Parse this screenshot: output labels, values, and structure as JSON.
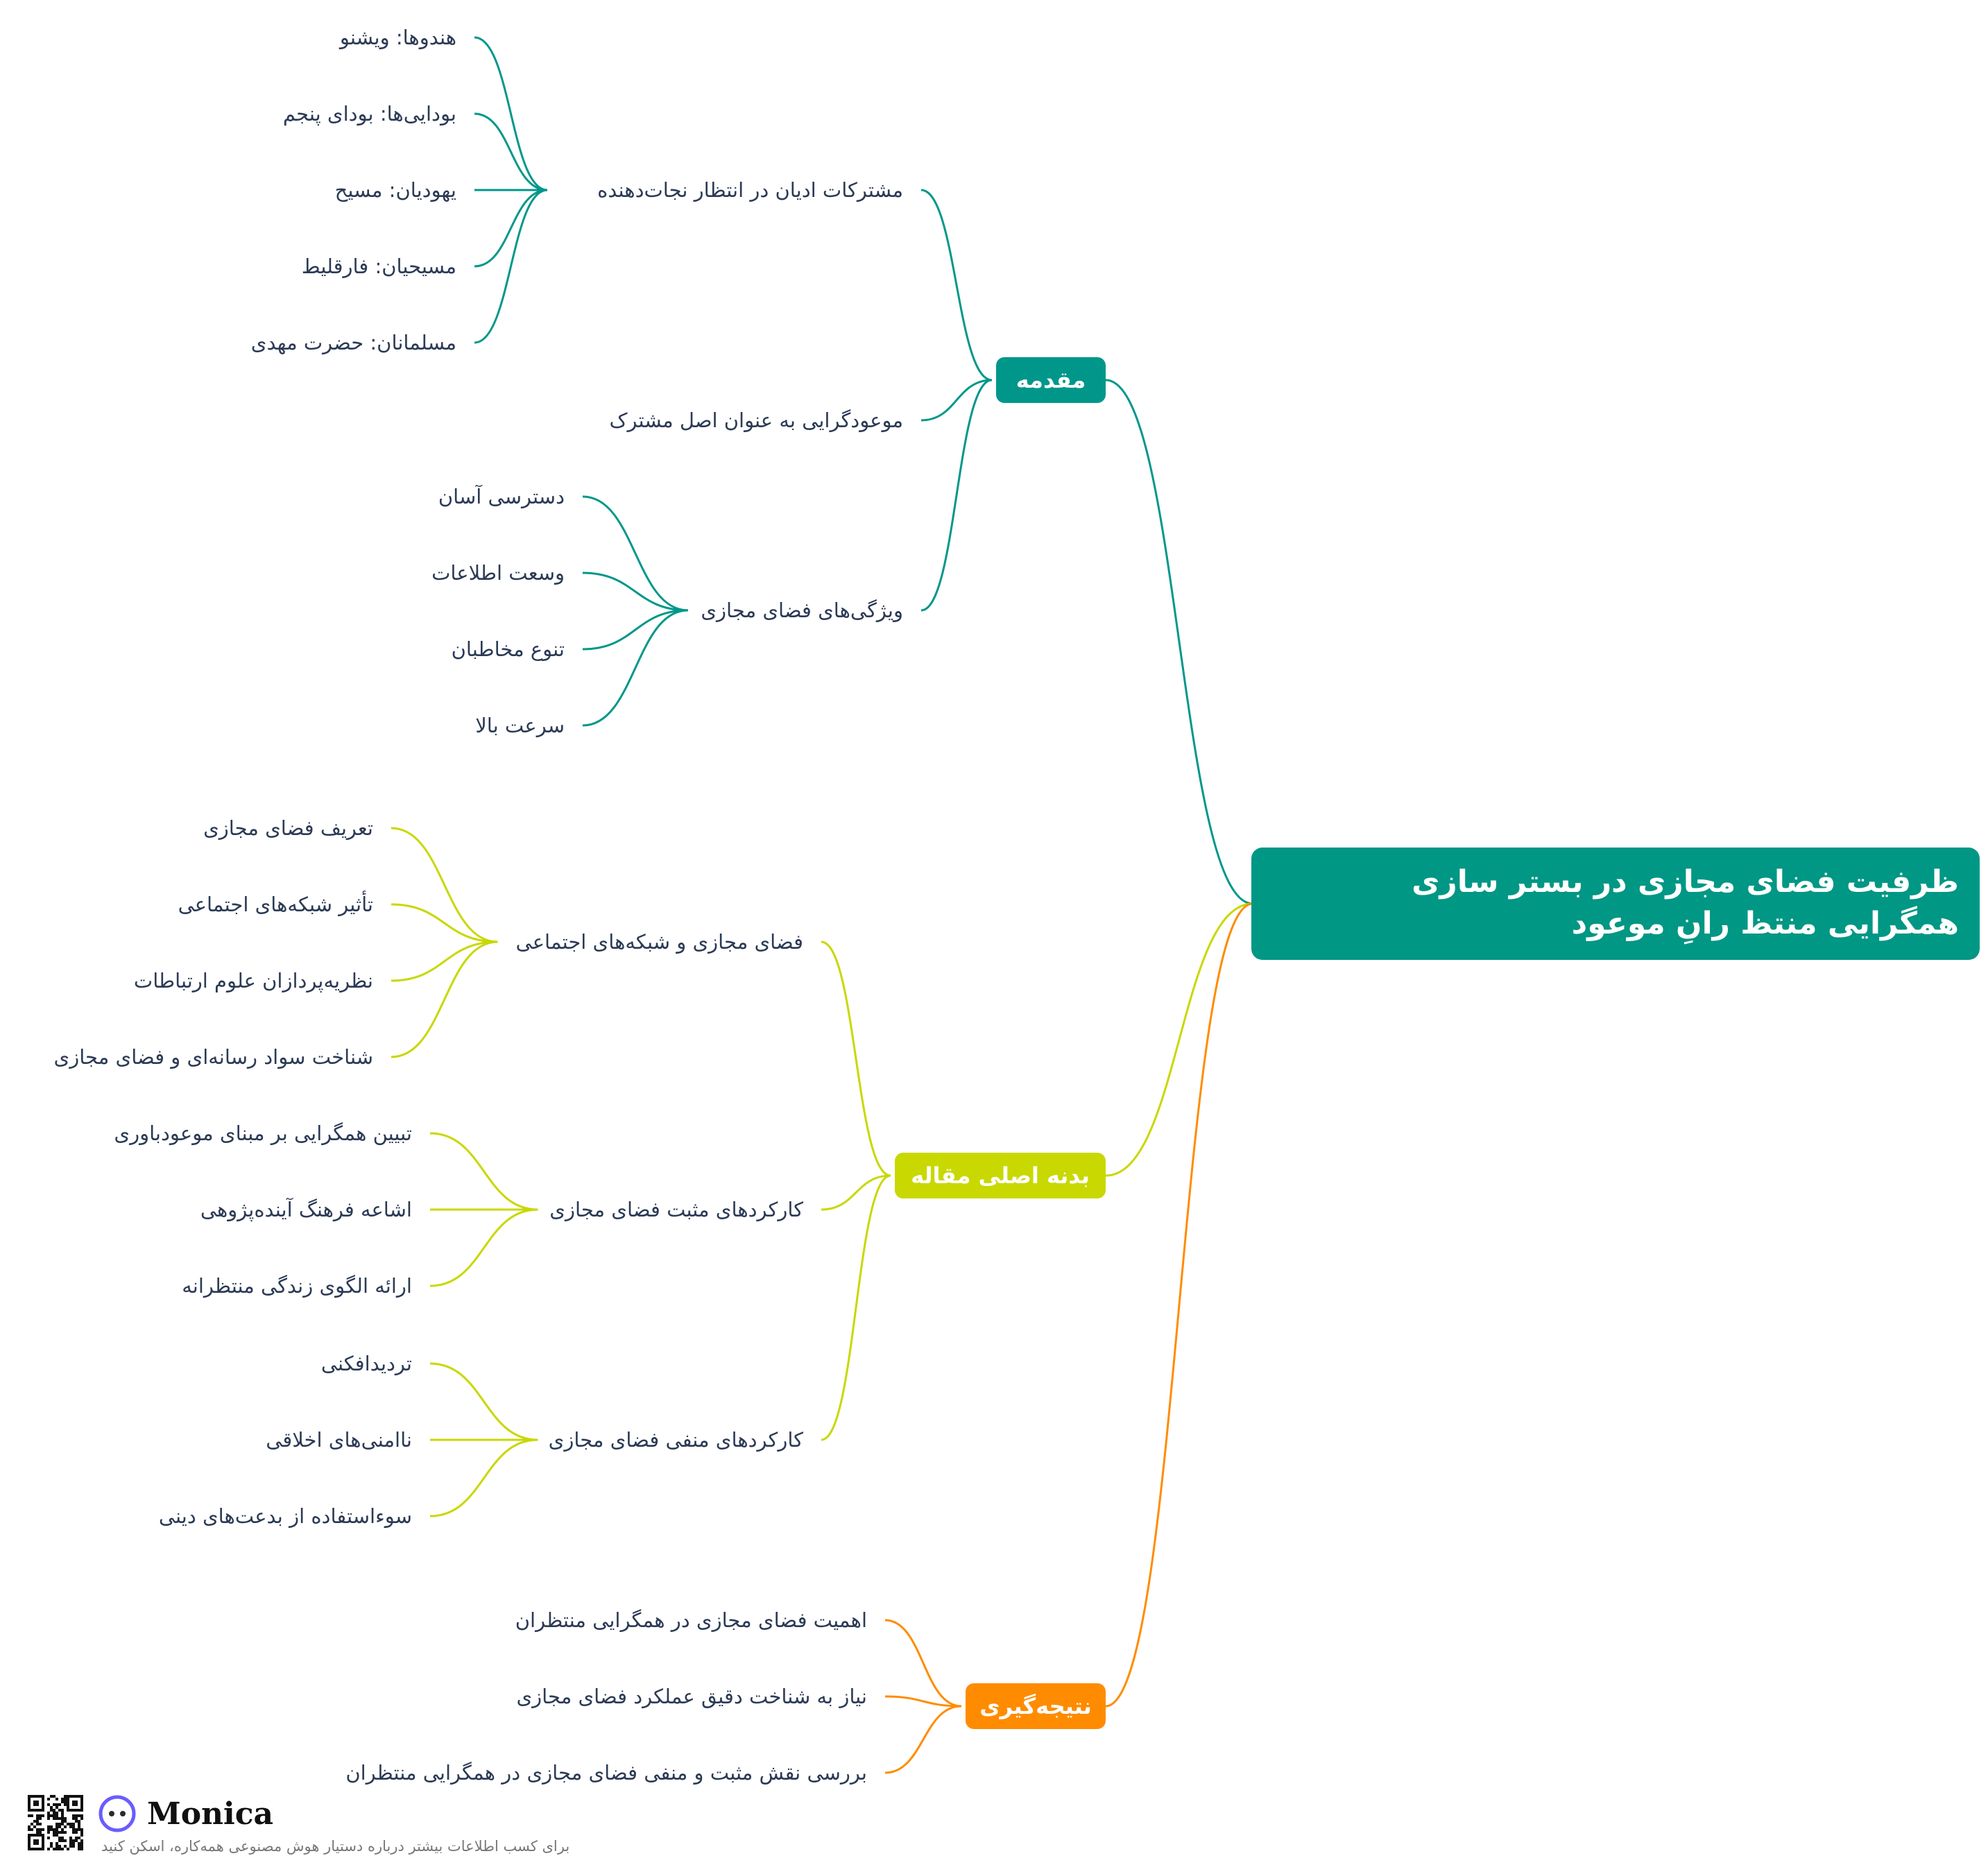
{
  "root": {
    "title": "ظرفیت فضای مجازی در بستر سازی همگرایی منتظ رانِ موعود",
    "color": "#009784"
  },
  "branches": [
    {
      "label": "مقدمه",
      "color": "#00978a",
      "children": [
        {
          "label": "مشترکات ادیان در انتظار نجات‌دهنده",
          "children": [
            "هندوها: ویشنو",
            "بودایی‌ها: بودای پنجم",
            "یهودیان: مسیح",
            "مسیحیان: فارقلیط",
            "مسلمانان: حضرت مهدی"
          ]
        },
        {
          "label": "موعودگرایی به عنوان اصل مشترک",
          "children": []
        },
        {
          "label": "ویژگی‌های فضای مجازی",
          "children": [
            "دسترسی آسان",
            "وسعت اطلاعات",
            "تنوع مخاطبان",
            "سرعت بالا"
          ]
        }
      ]
    },
    {
      "label": "بدنه اصلی مقاله",
      "color": "#c8d800",
      "children": [
        {
          "label": "فضای مجازی و شبکه‌های اجتماعی",
          "children": [
            "تعریف فضای مجازی",
            "تأثیر شبکه‌های اجتماعی",
            "نظریه‌پردازان علوم ارتباطات",
            "شناخت سواد رسانه‌ای و فضای مجازی"
          ]
        },
        {
          "label": "کارکردهای مثبت فضای مجازی",
          "children": [
            "تبیین همگرایی بر مبنای موعودباوری",
            "اشاعه فرهنگ آینده‌پژوهی",
            "ارائه الگوی زندگی منتظرانه"
          ]
        },
        {
          "label": "کارکردهای منفی فضای مجازی",
          "children": [
            "تردیدافکنی",
            "ناامنی‌های اخلاقی",
            "سوءاستفاده از بدعت‌های دینی"
          ]
        }
      ]
    },
    {
      "label": "نتیجه‌گیری",
      "color": "#ff8c00",
      "children": [
        {
          "label": "اهمیت فضای مجازی در همگرایی منتظران",
          "children": []
        },
        {
          "label": "نیاز به شناخت دقیق عملکرد فضای مجازی",
          "children": []
        },
        {
          "label": "بررسی نقش مثبت و منفی فضای مجازی در همگرایی منتظران",
          "children": []
        }
      ]
    }
  ],
  "watermark": {
    "brand": "Monica",
    "caption": "برای کسب اطلاعات بیشتر درباره دستیار هوش مصنوعی همه‌کاره، اسکن کنید",
    "icon": "monica-face-icon",
    "qr_icon": "qr-code-icon"
  }
}
